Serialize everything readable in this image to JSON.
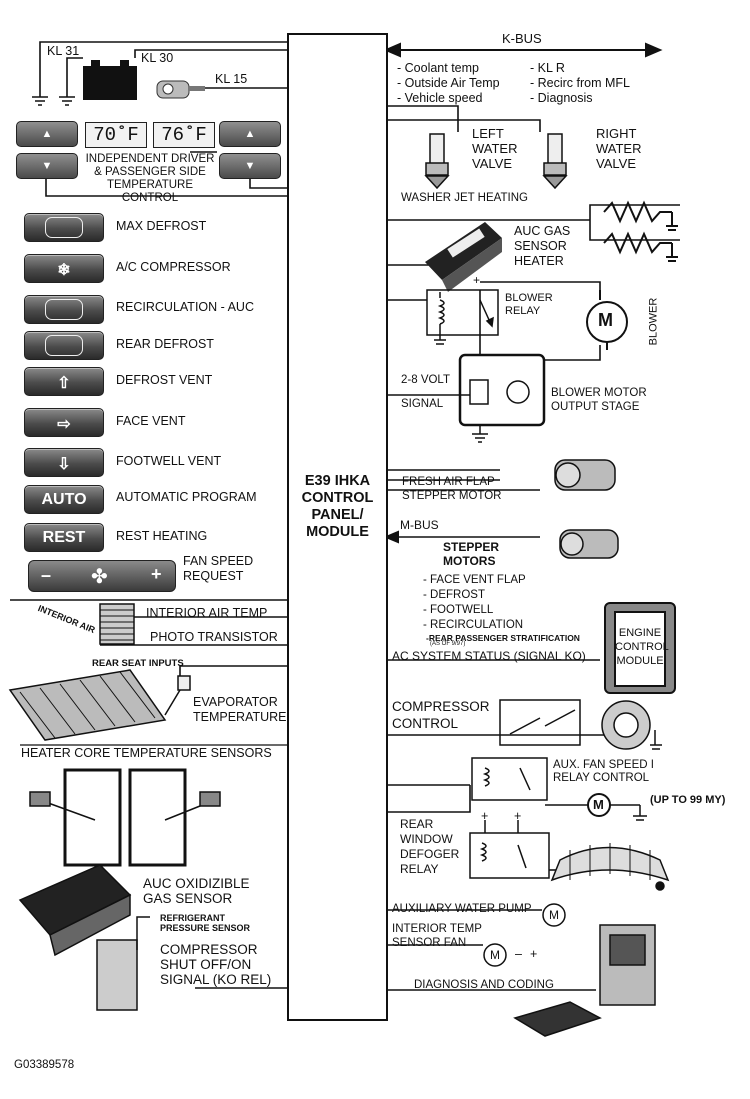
{
  "center": {
    "label": "E39 IHKA\nCONTROL\nPANEL/\nMODULE"
  },
  "top": {
    "kl31": "KL 31",
    "kl30": "KL 30",
    "kl15": "KL 15",
    "kbus": "K-BUS",
    "inputs_left": [
      "- Coolant temp",
      "- Outside Air Temp",
      "- Vehicle speed"
    ],
    "inputs_right": [
      "- KL R",
      "- Recirc from MFL",
      "- Diagnosis"
    ]
  },
  "temps": {
    "left": "70˚F",
    "right": "76˚F",
    "caption": "INDEPENDENT DRIVER\n& PASSENGER SIDE\nTEMPERATURE CONTROL"
  },
  "buttons": [
    {
      "label": "MAX DEFROST",
      "icon": "max-defrost-icon"
    },
    {
      "label": "A/C COMPRESSOR",
      "icon": "snowflake-icon"
    },
    {
      "label": "RECIRCULATION - AUC",
      "icon": "recirculation-icon"
    },
    {
      "label": "REAR DEFROST",
      "icon": "rear-defrost-icon"
    },
    {
      "label": "DEFROST VENT",
      "icon": "defrost-vent-icon"
    },
    {
      "label": "FACE VENT",
      "icon": "face-vent-icon"
    },
    {
      "label": "FOOTWELL VENT",
      "icon": "footwell-vent-icon"
    },
    {
      "label": "AUTOMATIC PROGRAM",
      "text": "AUTO"
    },
    {
      "label": "REST HEATING",
      "text": "REST"
    }
  ],
  "fan": {
    "label": "FAN SPEED\nREQUEST",
    "minus": "–",
    "plus": "+"
  },
  "left_sensors": {
    "interior_air_sticker": "INTERIOR AIR",
    "interior_air_temp": "INTERIOR AIR TEMP",
    "photo_transistor": "PHOTO TRANSISTOR",
    "rear_seat_inputs": "REAR SEAT INPUTS",
    "evaporator": "EVAPORATOR\nTEMPERATURE",
    "heater_core": "HEATER CORE TEMPERATURE SENSORS",
    "auc_oxidizible": "AUC OXIDIZIBLE\nGAS SENSOR",
    "refrigerant": "REFRIGERANT\nPRESSURE SENSOR",
    "compressor_shutoff": "COMPRESSOR\nSHUT OFF/ON\nSIGNAL (KO REL)"
  },
  "right": {
    "left_valve": "LEFT\nWATER\nVALVE",
    "right_valve": "RIGHT\nWATER\nVALVE",
    "washer_jet": "WASHER JET HEATING",
    "auc_heater": "AUC GAS\nSENSOR\nHEATER",
    "blower_relay": "BLOWER\nRELAY",
    "blower": "BLOWER",
    "blower_m": "M",
    "signal_volt": "2-8 VOLT",
    "signal": "SIGNAL",
    "output_stage": "BLOWER MOTOR\nOUTPUT STAGE",
    "fresh_air": "FRESH AIR FLAP\nSTEPPER MOTOR",
    "mbus": "M-BUS",
    "stepper": "STEPPER\nMOTORS",
    "stepper_list": [
      "- FACE VENT FLAP",
      "- DEFROST",
      "- FOOTWELL",
      "- RECIRCULATION"
    ],
    "rear_strat": "-REAR PASSENGER STRATIFICATION",
    "as_of": "(AS OF 9/97)",
    "ac_status": "AC SYSTEM STATUS (SIGNAL KO)",
    "ecm": "ENGINE\nCONTROL\nMODULE",
    "compressor_control": "COMPRESSOR\nCONTROL",
    "aux_fan": "AUX. FAN SPEED I\nRELAY CONTROL",
    "up_to": "(UP TO 99 MY)",
    "rear_window": "REAR\nWINDOW\nDEFOGER\nRELAY",
    "aux_pump": "AUXILIARY WATER PUMP",
    "interior_fan": "INTERIOR TEMP\nSENSOR FAN",
    "diagnosis": "DIAGNOSIS AND CODING",
    "plus": "+",
    "minus": "–",
    "m": "M"
  },
  "footer": {
    "code": "G03389578"
  }
}
